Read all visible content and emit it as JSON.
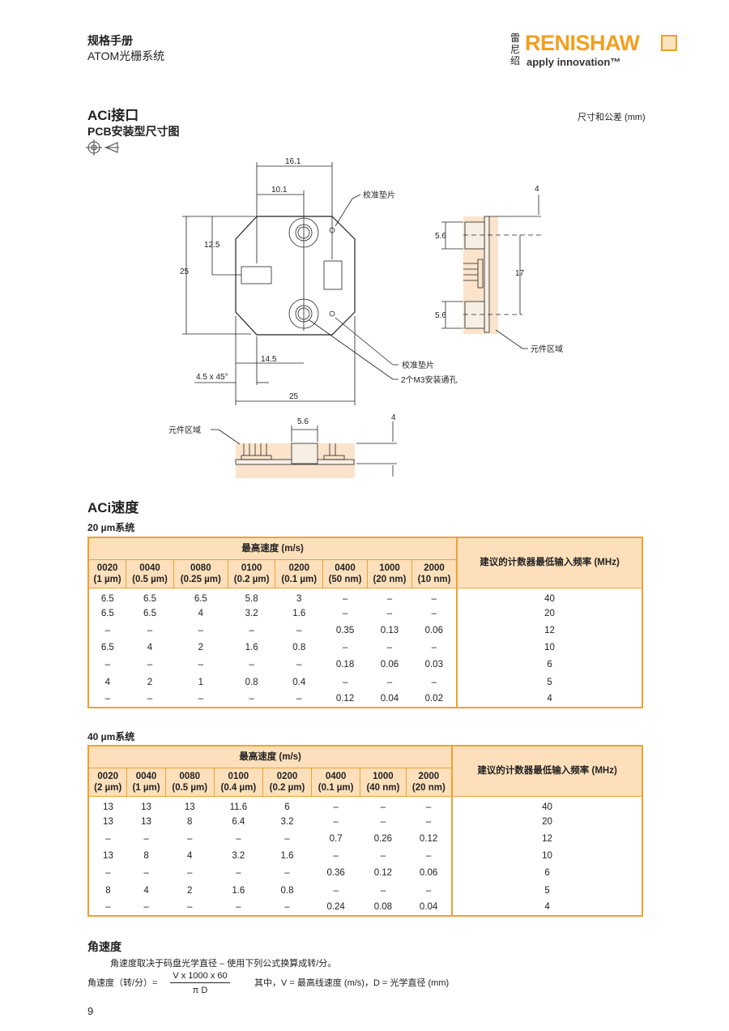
{
  "header": {
    "title": "规格手册",
    "subtitle": "ATOM光栅系统"
  },
  "logo": {
    "cn": "雷尼绍",
    "brand": "RENISHAW",
    "tagline": "apply innovation™"
  },
  "section1": {
    "title": "ACi接口",
    "subtitle": "PCB安装型尺寸图",
    "units": "尺寸和公差 (mm)"
  },
  "drawing": {
    "dim_16_1": "16.1",
    "dim_10_1": "10.1",
    "dim_12_5": "12.5",
    "dim_25_v": "25",
    "dim_14_5": "14.5",
    "dim_chamfer": "4.5 x 45°",
    "dim_25_h": "25",
    "label_pad_top": "校准垫片",
    "label_pad_bottom": "校准垫片",
    "label_holes": "2个M3安装通孔",
    "side_4": "4",
    "side_5_6_top": "5.6",
    "side_17": "17",
    "side_5_6_bottom": "5.6",
    "side_area": "元件区域",
    "bottom_area": "元件区域",
    "bottom_5_6": "5.6",
    "bottom_4": "4"
  },
  "section2": {
    "title": "ACi速度"
  },
  "tables": [
    {
      "system": "20 µm系统",
      "group_header": "最高速度 (m/s)",
      "freq_header": "建议的计数器最低输入频率 (MHz)",
      "columns": [
        [
          "0020",
          "(1 µm)"
        ],
        [
          "0040",
          "(0.5 µm)"
        ],
        [
          "0080",
          "(0.25 µm)"
        ],
        [
          "0100",
          "(0.2 µm)"
        ],
        [
          "0200",
          "(0.1 µm)"
        ],
        [
          "0400",
          "(50 nm)"
        ],
        [
          "1000",
          "(20 nm)"
        ],
        [
          "2000",
          "(10 nm)"
        ]
      ],
      "rows": [
        [
          "6.5",
          "6.5",
          "6.5",
          "5.8",
          "3",
          "–",
          "–",
          "–",
          "40"
        ],
        [
          "6.5",
          "6.5",
          "4",
          "3.2",
          "1.6",
          "–",
          "–",
          "–",
          "20"
        ],
        [
          "–",
          "–",
          "–",
          "–",
          "–",
          "0.35",
          "0.13",
          "0.06",
          "12"
        ],
        [
          "6.5",
          "4",
          "2",
          "1.6",
          "0.8",
          "–",
          "–",
          "–",
          "10"
        ],
        [
          "–",
          "–",
          "–",
          "–",
          "–",
          "0.18",
          "0.06",
          "0.03",
          "6"
        ],
        [
          "4",
          "2",
          "1",
          "0.8",
          "0.4",
          "–",
          "–",
          "–",
          "5"
        ],
        [
          "–",
          "–",
          "–",
          "–",
          "–",
          "0.12",
          "0.04",
          "0.02",
          "4"
        ]
      ]
    },
    {
      "system": "40 µm系统",
      "group_header": "最高速度 (m/s)",
      "freq_header": "建议的计数器最低输入频率 (MHz)",
      "columns": [
        [
          "0020",
          "(2 µm)"
        ],
        [
          "0040",
          "(1 µm)"
        ],
        [
          "0080",
          "(0.5 µm)"
        ],
        [
          "0100",
          "(0.4 µm)"
        ],
        [
          "0200",
          "(0.2 µm)"
        ],
        [
          "0400",
          "(0.1 µm)"
        ],
        [
          "1000",
          "(40 nm)"
        ],
        [
          "2000",
          "(20 nm)"
        ]
      ],
      "rows": [
        [
          "13",
          "13",
          "13",
          "11.6",
          "6",
          "–",
          "–",
          "–",
          "40"
        ],
        [
          "13",
          "13",
          "8",
          "6.4",
          "3.2",
          "–",
          "–",
          "–",
          "20"
        ],
        [
          "–",
          "–",
          "–",
          "–",
          "–",
          "0.7",
          "0.26",
          "0.12",
          "12"
        ],
        [
          "13",
          "8",
          "4",
          "3.2",
          "1.6",
          "–",
          "–",
          "–",
          "10"
        ],
        [
          "–",
          "–",
          "–",
          "–",
          "–",
          "0.36",
          "0.12",
          "0.06",
          "6"
        ],
        [
          "8",
          "4",
          "2",
          "1.6",
          "0.8",
          "–",
          "–",
          "–",
          "5"
        ],
        [
          "–",
          "–",
          "–",
          "–",
          "–",
          "0.24",
          "0.08",
          "0.04",
          "4"
        ]
      ]
    }
  ],
  "angular": {
    "title": "角速度",
    "desc": "角速度取决于码盘光学直径 – 使用下列公式换算成转/分。",
    "lhs": "角速度（转/分）=",
    "numerator": "V x 1000 x 60",
    "denominator": "π D",
    "where": "其中，V = 最高线速度 (m/s)，D = 光学直径 (mm)"
  },
  "page_number": "9",
  "colors": {
    "accent": "#f0a030",
    "header_fill": "#fde0bb",
    "area_fill": "#fbe3cc"
  }
}
